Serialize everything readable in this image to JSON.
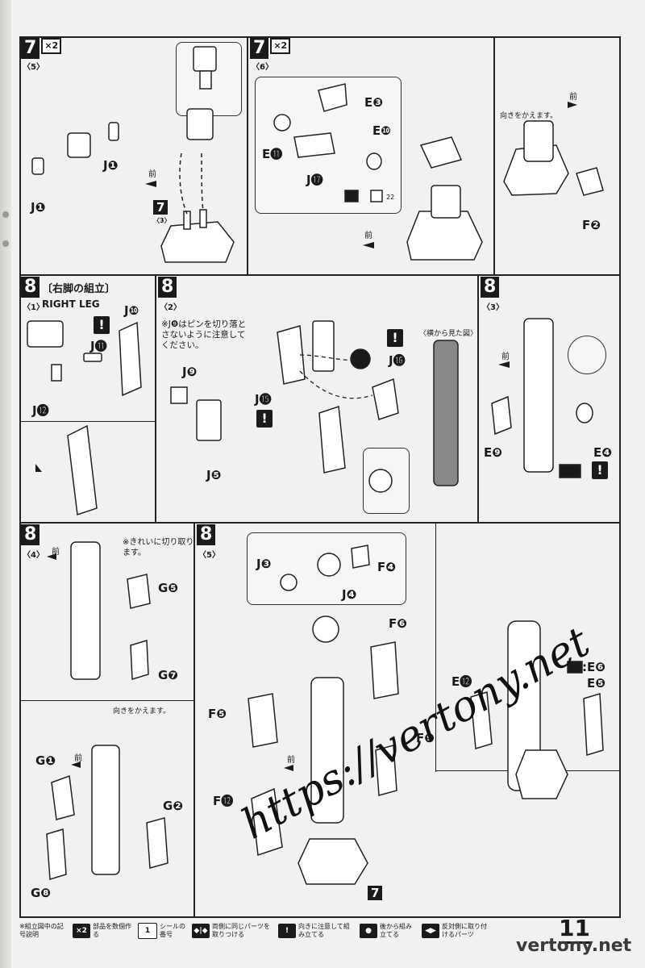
{
  "steps": {
    "s7_5": {
      "num": "7",
      "mult": "×2",
      "sub": "〈5〉",
      "labels": {
        "j1a": "J❶",
        "j1b": "J❶",
        "fore": "前"
      },
      "ref": {
        "num": "7",
        "sub": "〈3〉"
      }
    },
    "s7_6": {
      "num": "7",
      "mult": "×2",
      "sub": "〈6〉",
      "labels": {
        "e3": "E❸",
        "e10": "E❿",
        "e11": "E⓫",
        "j17": "J⓱",
        "fore": "前",
        "seal": "22"
      }
    },
    "s7_ll": {
      "labels": {
        "turn": "向きをかえます。",
        "fore": "前",
        "f2": "F❷"
      }
    },
    "s8_1": {
      "num": "8",
      "title": "〔右脚の組立〕",
      "sub": "〈1〉",
      "subtitle": "RIGHT LEG",
      "labels": {
        "j10": "J❿",
        "j11": "J⓫",
        "j12": "J⓬"
      }
    },
    "s8_2": {
      "num": "8",
      "sub": "〈2〉",
      "note": "※J❾はピンを切り落とさないように注意してください。",
      "labels": {
        "j9": "J❾",
        "j5": "J❺",
        "j15": "J⓯",
        "j16": "J⓰",
        "side": "〈横から見た図〉"
      }
    },
    "s8_3": {
      "num": "8",
      "sub": "〈3〉",
      "labels": {
        "fore": "前",
        "e9": "E❾",
        "e4": "E❹"
      }
    },
    "s8_4": {
      "num": "8",
      "sub": "〈4〉",
      "note": "※きれいに切り取ります。",
      "labels": {
        "fore": "前",
        "g5": "G❺",
        "g7": "G❼",
        "turn": "向きをかえます。",
        "fore2": "前",
        "g1": "G❶",
        "g2": "G❷",
        "g8": "G❽"
      }
    },
    "s8_5": {
      "num": "8",
      "sub": "〈5〉",
      "labels": {
        "j3": "J❸",
        "j4": "J❹",
        "f4": "F❹",
        "f6": "F❻",
        "f5": "F❺",
        "f9": "F❾",
        "f12": "F⓬",
        "fore": "前",
        "e12": "E⓬",
        "e6": ":E❻",
        "e5": "E❺",
        "ref7": "7"
      }
    }
  },
  "legend": {
    "heading": "※組立図中の記号説明",
    "items": [
      {
        "icon": "×2",
        "text": "部品を数個作る"
      },
      {
        "icon": "1",
        "text": "シールの番号"
      },
      {
        "icon": "◆|◆",
        "text": "両側に同じパーツを取りつける"
      },
      {
        "icon": "!",
        "text": "向きに注意して組み立てる"
      },
      {
        "icon": "●",
        "text": "後から組み立てる"
      },
      {
        "icon": "◀▶",
        "text": "反対側に取り付けるパーツ"
      }
    ]
  },
  "page_number": "11",
  "watermark_url": "https://vertony.net",
  "watermark_corner": "vertony.net"
}
